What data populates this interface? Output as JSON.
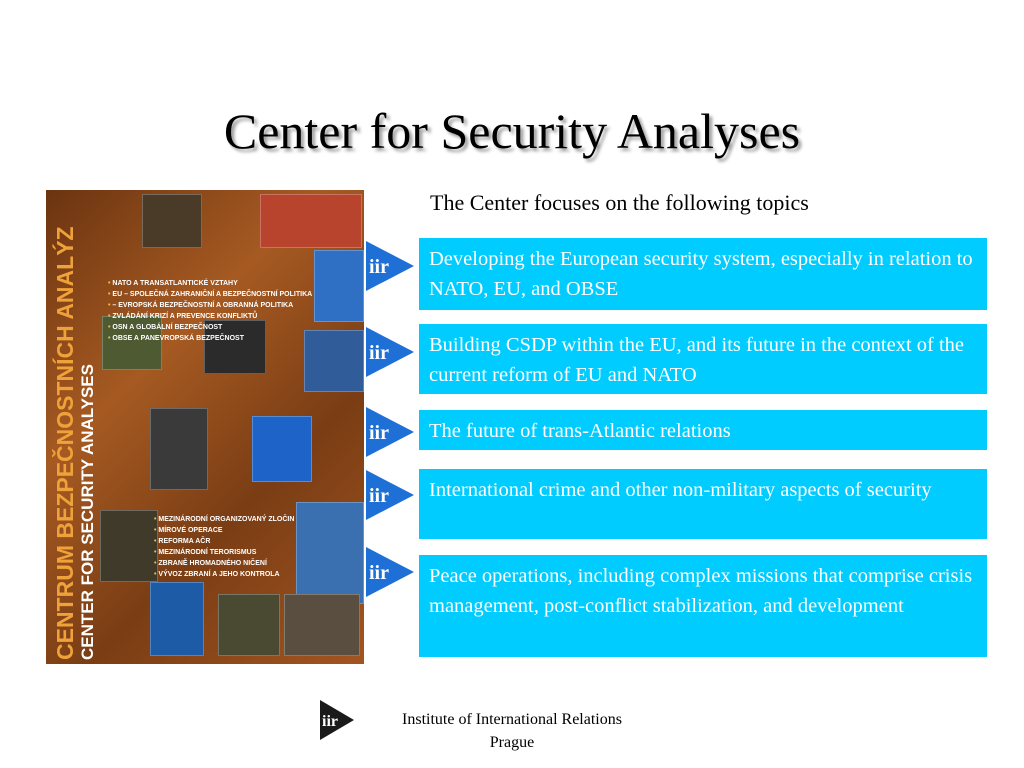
{
  "title": "Center for Security Analyses",
  "intro": "The Center focuses on the following topics",
  "logo_text": "iir",
  "poster": {
    "vertical_title_1": "CENTRUM BEZPEČNOSTNÍCH ANALÝZ",
    "vertical_title_2": "CENTER FOR SECURITY ANALYSES",
    "list_top": [
      "NATO A TRANSATLANTICKÉ VZTAHY",
      "EU – SPOLEČNÁ ZAHRANIČNÍ A BEZPEČNOSTNÍ POLITIKA",
      "– EVROPSKÁ BEZPEČNOSTNÍ A OBRANNÁ POLITIKA",
      "ZVLÁDÁNÍ KRIZÍ A PREVENCE KONFLIKTŮ",
      "OSN A GLOBÁLNÍ BEZPEČNOST",
      "OBSE A PANEVROPSKÁ BEZPEČNOST"
    ],
    "list_bottom": [
      "MEZINÁRODNÍ ORGANIZOVANÝ ZLOČIN",
      "MÍROVÉ OPERACE",
      "REFORMA AČR",
      "MEZINÁRODNÍ TERORISMUS",
      "ZBRANĚ HROMADNÉHO NIČENÍ",
      "VÝVOZ ZBRANÍ A JEHO KONTROLA"
    ]
  },
  "topics": [
    "Developing the European security system, especially in relation to NATO, EU, and OBSE",
    "Building CSDP within the EU, and its future in the context of the current reform of EU and NATO",
    "The future of trans-Atlantic relations",
    "International crime and other non-military aspects of security",
    "Peace operations, including complex missions that comprise crisis management, post-conflict stabilization, and development"
  ],
  "footer": {
    "line1": "Institute of International Relations",
    "line2": "Prague"
  },
  "colors": {
    "topic_box": "#00ccff",
    "logo_arrow": "#1e6fd6"
  }
}
